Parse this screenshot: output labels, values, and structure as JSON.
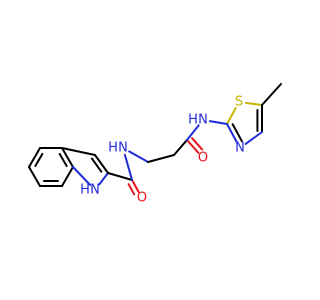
{
  "colors": {
    "carbon_bond": "#000000",
    "nitrogen": "#1f2bd6",
    "oxygen": "#e8121a",
    "sulfur": "#c9b400"
  },
  "atoms": {
    "indole_nh": {
      "element": "N",
      "label": "N",
      "hydrogen": "H"
    },
    "amide_n1": {
      "element": "N",
      "label": "N",
      "hydrogen": "H"
    },
    "amide_o1": {
      "element": "O",
      "label": "O"
    },
    "amide_n2": {
      "element": "N",
      "label": "N",
      "hydrogen": "H"
    },
    "amide_o2": {
      "element": "O",
      "label": "O"
    },
    "thiazole_s": {
      "element": "S",
      "label": "S"
    },
    "thiazole_n": {
      "element": "N",
      "label": "N"
    }
  }
}
